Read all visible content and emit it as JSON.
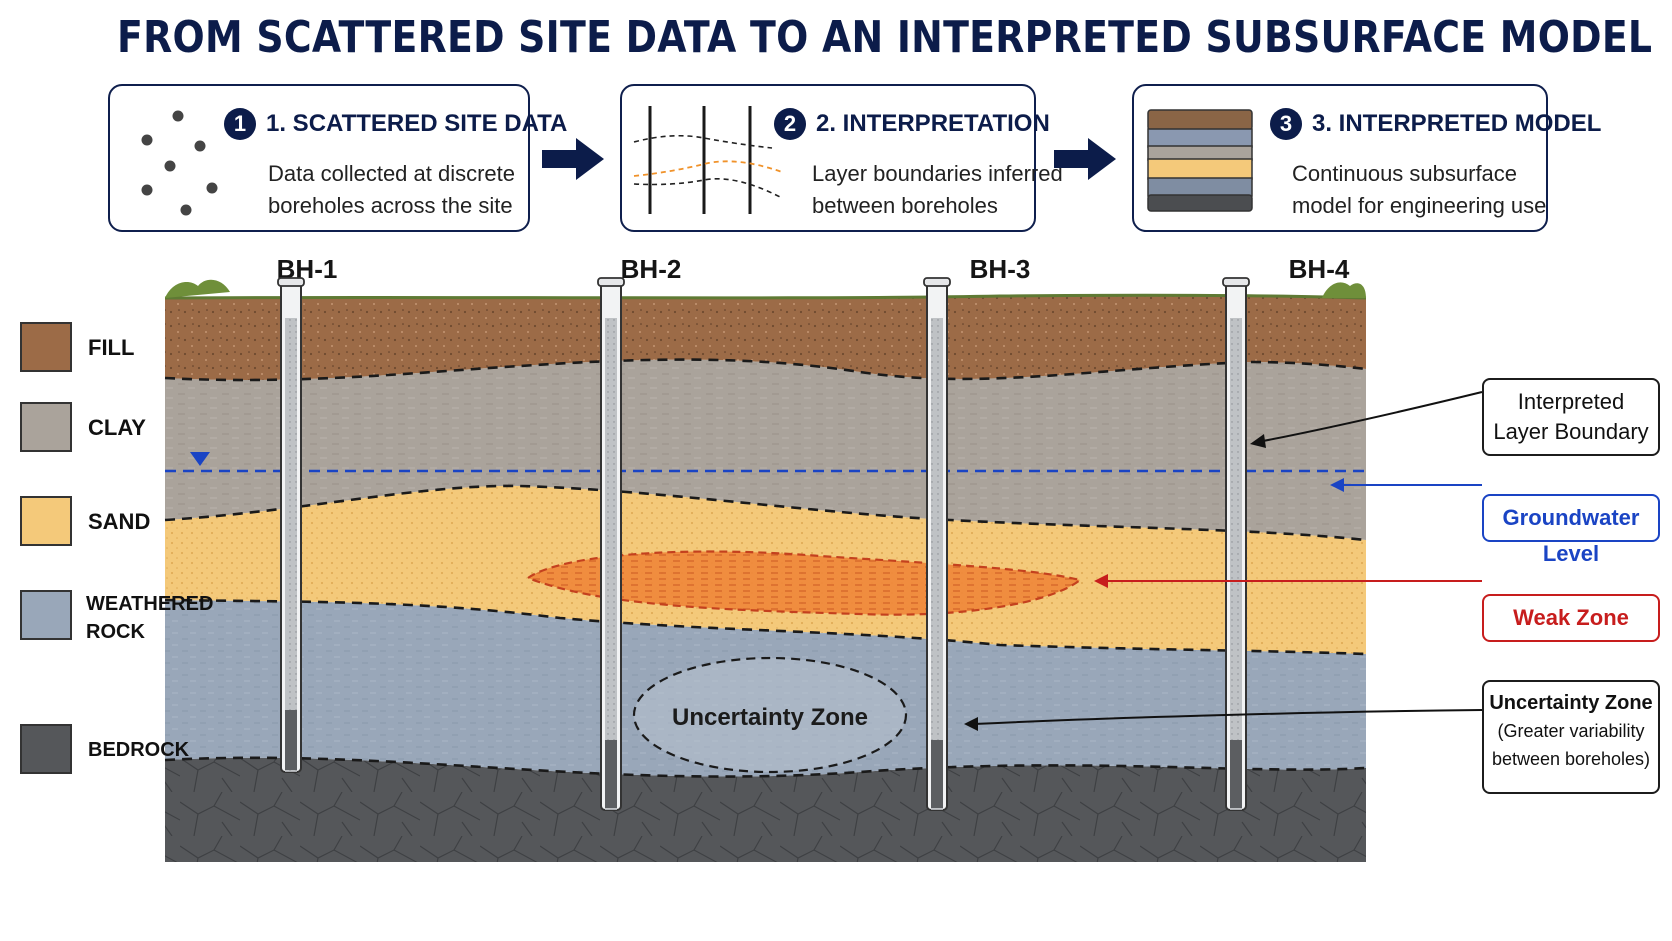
{
  "title": "FROM SCATTERED SITE DATA TO AN INTERPRETED SUBSURFACE MODEL",
  "steps": [
    {
      "number": "1",
      "title": "1. SCATTERED SITE DATA",
      "desc_line1": "Data collected at discrete",
      "desc_line2": "boreholes across the site",
      "icon": "scattered-points-icon"
    },
    {
      "number": "2",
      "title": "2. INTERPRETATION",
      "desc_line1": "Layer boundaries inferred",
      "desc_line2": "between boreholes",
      "icon": "inferred-boundaries-icon"
    },
    {
      "number": "3",
      "title": "3. INTERPRETED MODEL",
      "desc_line1": "Continuous subsurface",
      "desc_line2": "model for engineering use",
      "icon": "layered-model-icon"
    }
  ],
  "boreholes": [
    "BH-1",
    "BH-2",
    "BH-3",
    "BH-4"
  ],
  "legend": [
    {
      "label": "FILL",
      "color": "#9c6b47"
    },
    {
      "label": "CLAY",
      "color": "#aaa39b"
    },
    {
      "label": "SAND",
      "color": "#f4c97a"
    },
    {
      "label_line1": "WEATHERED",
      "label_line2": "ROCK",
      "color": "#99a7b9"
    },
    {
      "label": "BEDROCK",
      "color": "#55575a"
    }
  ],
  "callouts": {
    "boundary_line1": "Interpreted",
    "boundary_line2": "Layer Boundary",
    "groundwater": "Groundwater Level",
    "weak": "Weak Zone",
    "uncertainty_title": "Uncertainty Zone",
    "uncertainty_line2": "(Greater variability",
    "uncertainty_line3": "between boreholes)"
  },
  "uncertainty_label": "Uncertainty Zone",
  "colors": {
    "navy": "#0c1c4a",
    "fill": "#9c6b47",
    "clay": "#aaa39b",
    "sand": "#f4c97a",
    "weathered_rock": "#99a7b9",
    "bedrock": "#55575a",
    "groundwater": "#1a44c4",
    "weak_zone": "#c71d1d",
    "weak_zone_fill": "#f08a3c",
    "grass": "#6f8f3a"
  }
}
